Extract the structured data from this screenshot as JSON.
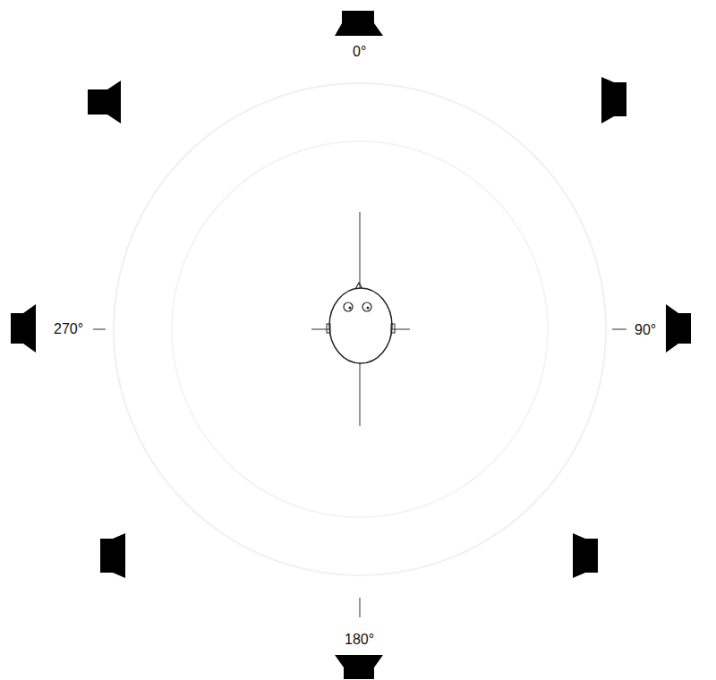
{
  "diagram": {
    "labels": [
      "0°",
      "270°",
      "90°",
      "180°"
    ]
  }
}
